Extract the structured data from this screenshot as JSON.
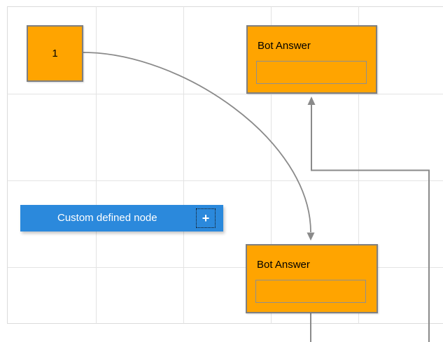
{
  "diagram": {
    "nodes": {
      "start": {
        "label": "1"
      },
      "bot_answer_top": {
        "title": "Bot Answer",
        "input_value": "",
        "input_placeholder": ""
      },
      "bot_answer_bottom": {
        "title": "Bot Answer",
        "input_value": "",
        "input_placeholder": ""
      },
      "custom": {
        "label": "Custom defined node",
        "add_icon_glyph": "+"
      }
    },
    "connectors": [
      {
        "from": "start-node",
        "to": "bot-answer-bottom",
        "shape": "bezier-curve",
        "arrow": "into-top-of-target"
      },
      {
        "from": "offscreen-bottom-right",
        "to": "bot-answer-top",
        "shape": "orthogonal",
        "arrow": "into-bottom-of-target"
      },
      {
        "from": "bot-answer-bottom",
        "to": "offscreen-bottom",
        "shape": "straight-vertical",
        "arrow": "none"
      }
    ],
    "colors": {
      "node_fill": "#FFA400",
      "node_border": "#7F7F7F",
      "custom_node_fill": "#2B89DC",
      "connector": "#8A8A8A",
      "grid_line": "#E3E3E3",
      "canvas_border": "#DBDBDB",
      "title_text": "#000000",
      "custom_text": "#FFFFFF"
    }
  }
}
